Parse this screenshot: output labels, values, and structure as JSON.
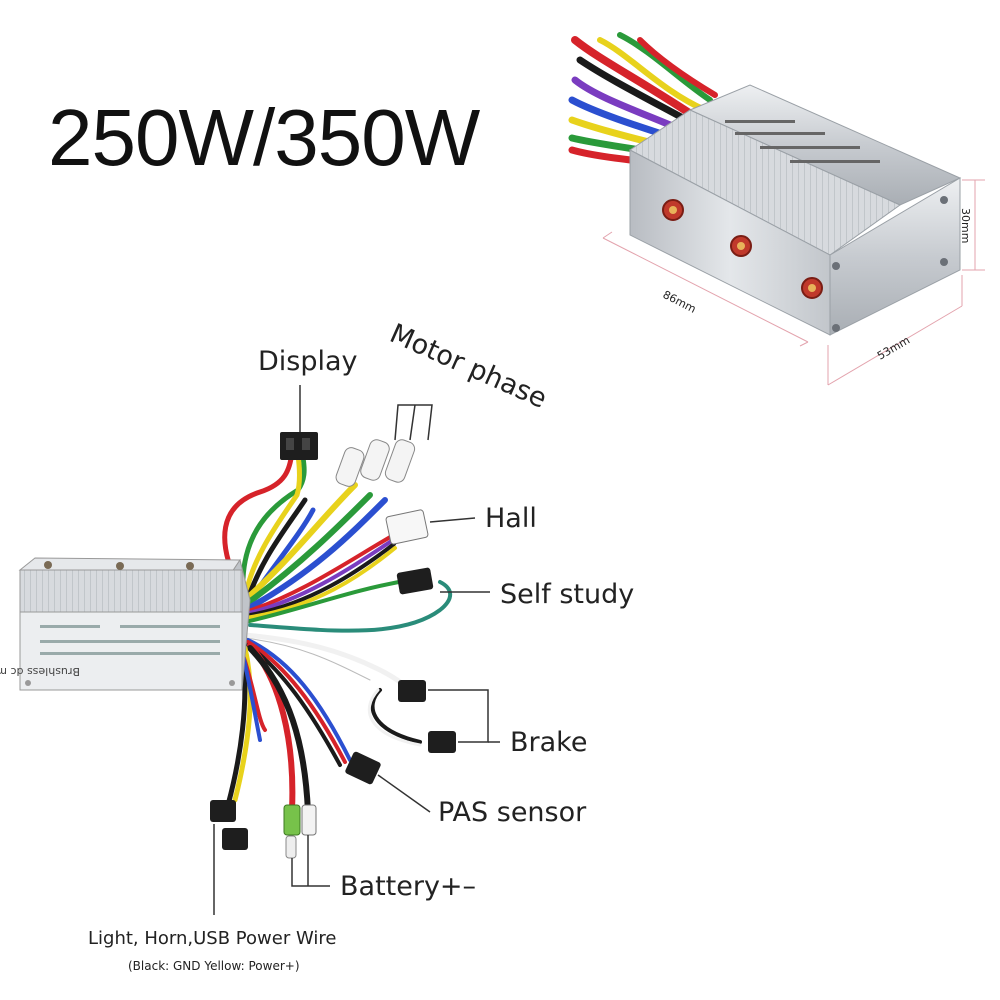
{
  "title": "250W/350W",
  "labels": {
    "display": "Display",
    "motor_phase": "Motor phase",
    "hall": "Hall",
    "self_study": "Self study",
    "brake": "Brake",
    "pas_sensor": "PAS sensor",
    "battery": "Battery+–",
    "light_horn_usb": "Light, Horn,USB Power Wire",
    "gnd_note": "(Black: GND Yellow: Power+)"
  },
  "dimensions": {
    "length": "86mm",
    "width": "53mm",
    "height": "30mm"
  },
  "controller_label": "Brushless dc motor controller",
  "colors": {
    "red": "#d6232a",
    "black": "#1a1a1a",
    "yellow": "#e8d21c",
    "green": "#2a9a3a",
    "blue": "#2b4fd0",
    "white": "#f1f1f1",
    "purple": "#7a3cc0",
    "teal": "#2a8c7a",
    "dim_line": "#e3a3ad",
    "aluminum": "#c9cdd2"
  }
}
